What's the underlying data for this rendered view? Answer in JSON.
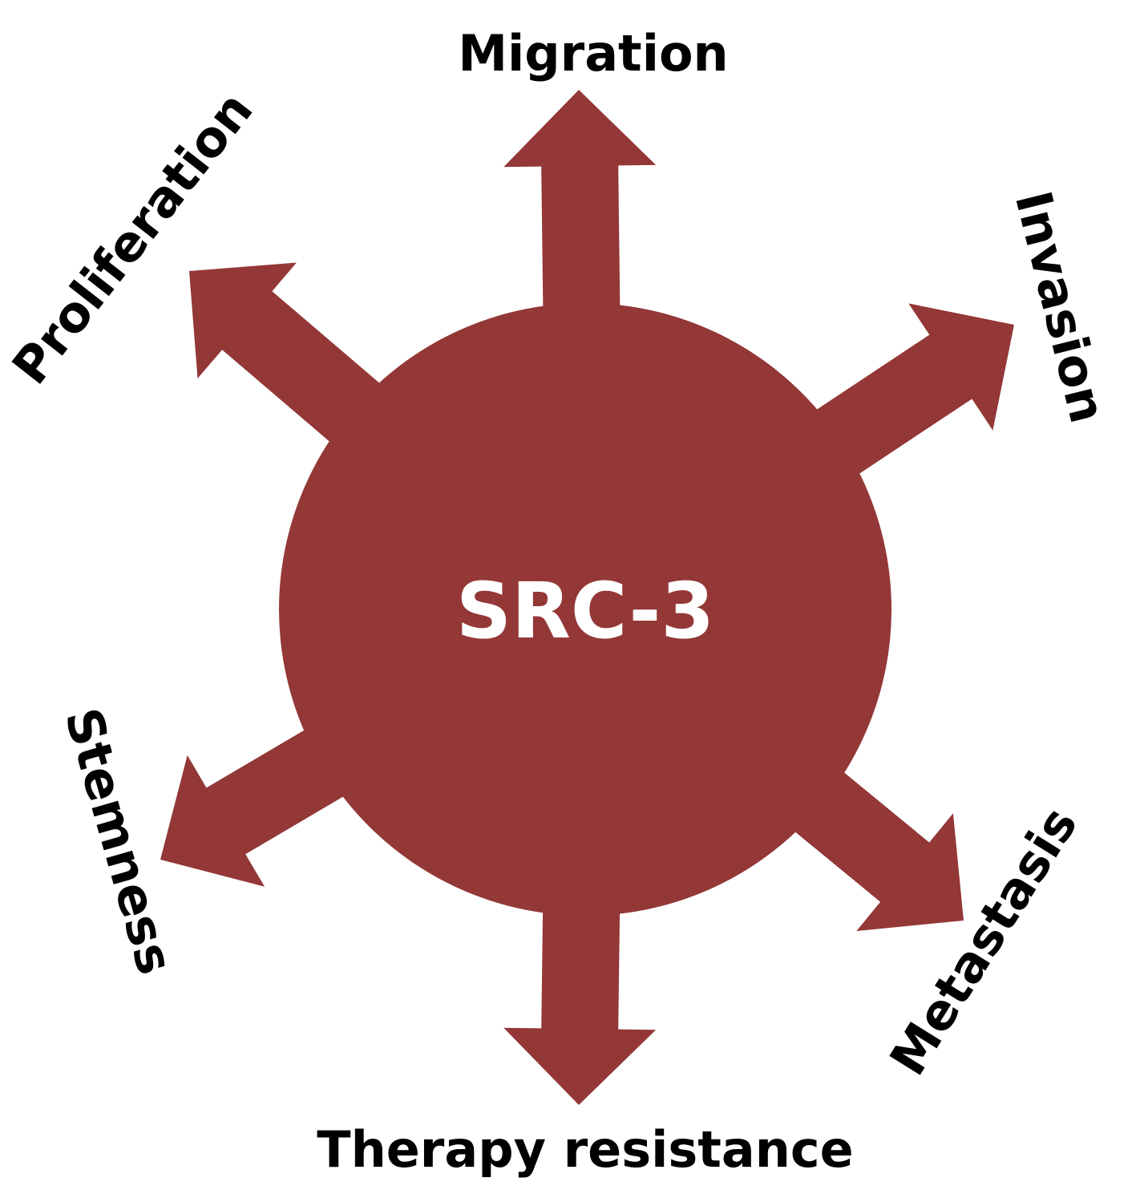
{
  "center": {
    "label": "SRC-3",
    "fill": "#943737",
    "text_color": "#ffffff"
  },
  "outcomes": [
    {
      "label": "Migration",
      "icon": "arrow-up-icon"
    },
    {
      "label": "Invasion",
      "icon": "arrow-upper-right-icon"
    },
    {
      "label": "Metastasis",
      "icon": "arrow-lower-right-icon"
    },
    {
      "label": "Therapy resistance",
      "icon": "arrow-down-icon"
    },
    {
      "label": "Stemness",
      "icon": "arrow-lower-left-icon"
    },
    {
      "label": "Proliferation",
      "icon": "arrow-upper-left-icon"
    }
  ]
}
